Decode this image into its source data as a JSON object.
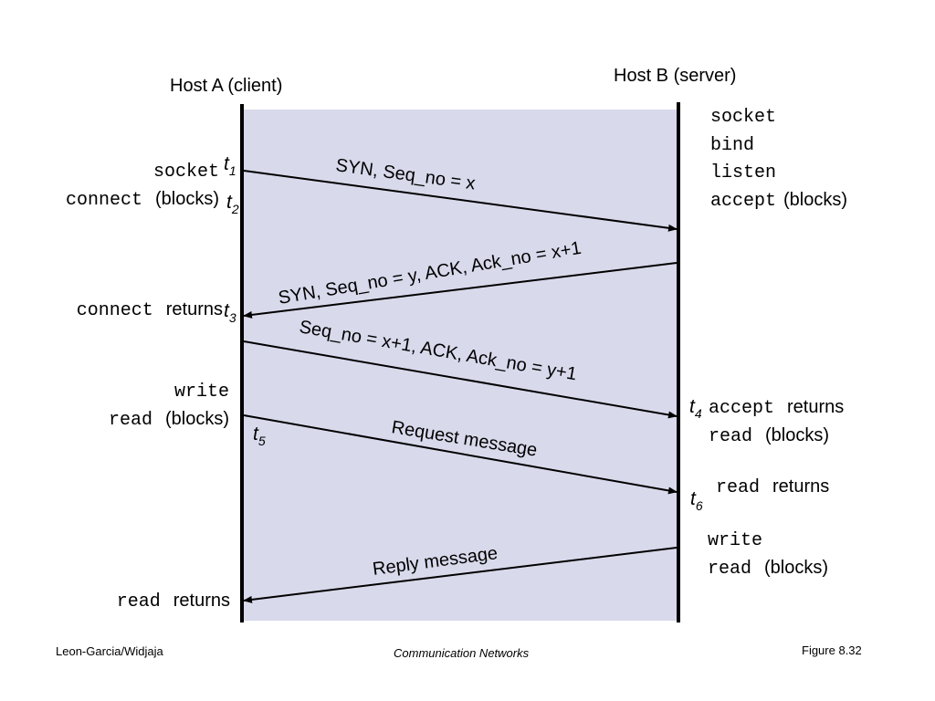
{
  "hosts": {
    "a_title": "Host A (client)",
    "b_title": "Host B (server)"
  },
  "colors": {
    "band": "#d8d9eb",
    "line": "#000000"
  },
  "client_calls": {
    "socket": "socket",
    "connect": "connect",
    "connect_blocks": "(blocks)",
    "connect_ret": "connect",
    "connect_returns": "returns",
    "write": "write",
    "read": "read",
    "read_blocks": "(blocks)",
    "read_ret": "read",
    "read_returns": "returns"
  },
  "server_calls": {
    "socket": "socket",
    "bind": "bind",
    "listen": "listen",
    "accept": "accept",
    "accept_blocks": "(blocks)",
    "accept_ret": "accept",
    "accept_returns": "returns",
    "read": "read",
    "read_blocks": "(blocks)",
    "read_ret": "read",
    "read_returns": "returns",
    "write": "write",
    "read2": "read",
    "read2_blocks": "(blocks)"
  },
  "times": {
    "t1": "t",
    "t1_sub": "1",
    "t2": "t",
    "t2_sub": "2",
    "t3": "t",
    "t3_sub": "3",
    "t4": "t",
    "t4_sub": "4",
    "t5": "t",
    "t5_sub": "5",
    "t6": "t",
    "t6_sub": "6"
  },
  "messages": {
    "syn": "SYN, Seq_no = x",
    "synack": "SYN, Seq_no = y, ACK, Ack_no = x+1",
    "ack": "Seq_no = x+1, ACK, Ack_no = y+1",
    "request": "Request message",
    "reply": "Reply message"
  },
  "footer": {
    "authors": "Leon-Garcia/Widjaja",
    "book": "Communication Networks",
    "figure": "Figure 8.32"
  }
}
